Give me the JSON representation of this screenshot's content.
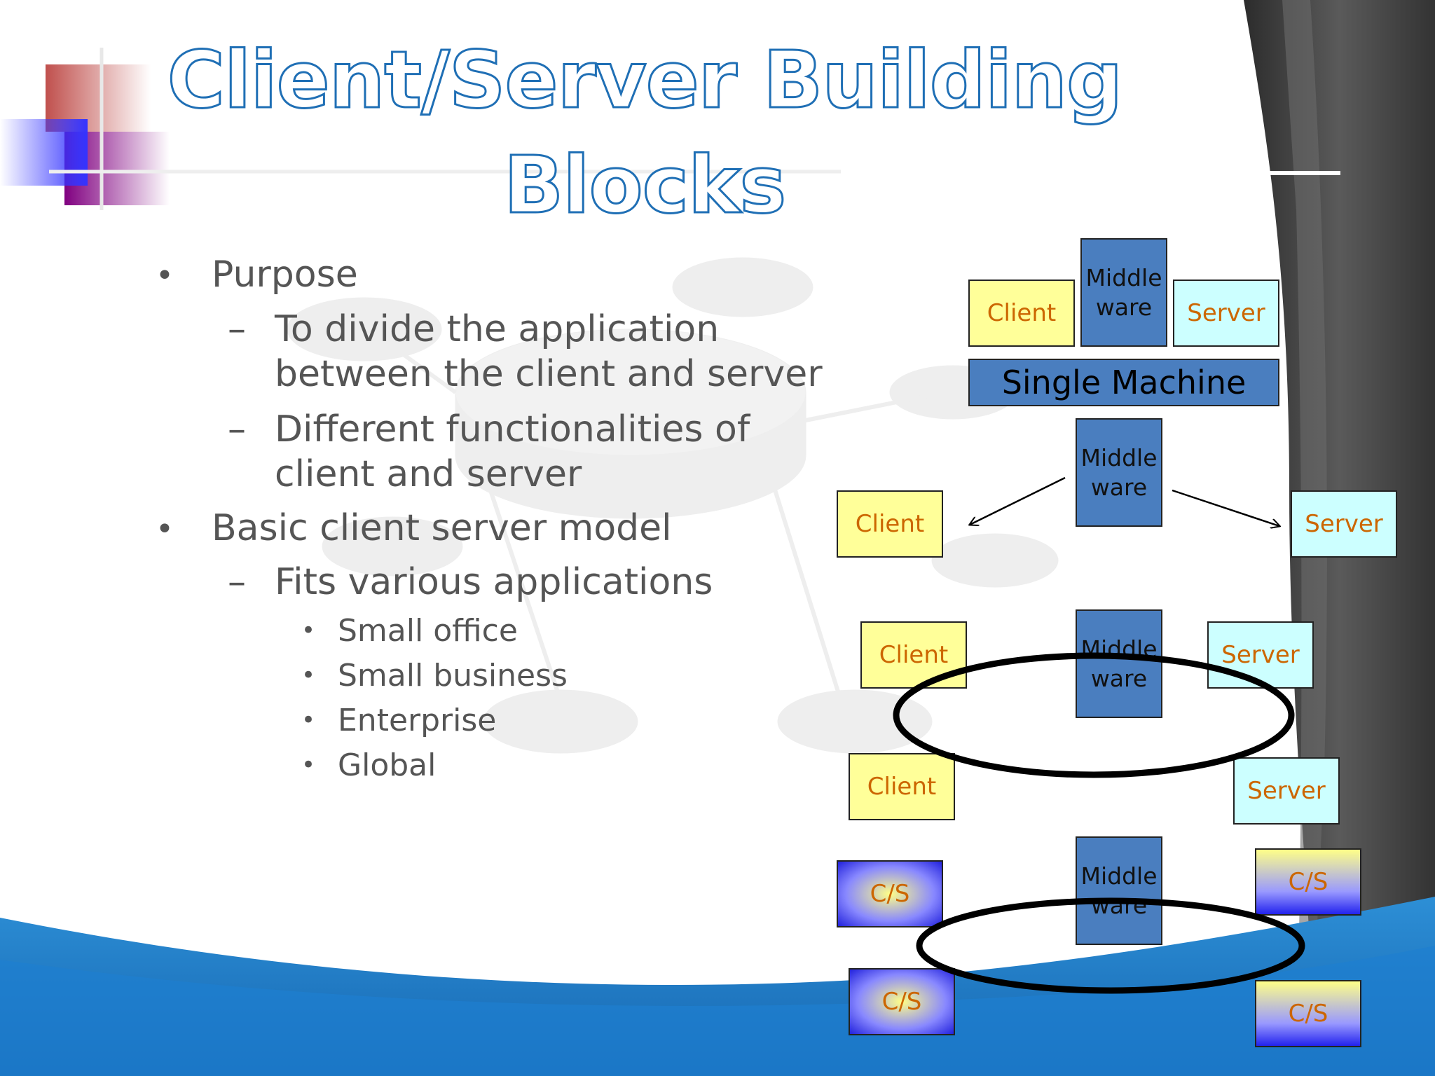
{
  "title": "Client/Server Building Blocks",
  "bullets": {
    "b1": "Purpose",
    "b1_sub1_line1": "To divide the application",
    "b1_sub1_line2": "between the client and server",
    "b1_sub2_line1": "Different functionalities of",
    "b1_sub2_line2": "client and server",
    "b2": "Basic client server model",
    "b2_sub1": "Fits various applications",
    "b2_items": [
      "Small office",
      "Small business",
      "Enterprise",
      "Global"
    ]
  },
  "diagram": {
    "client": "Client",
    "server": "Server",
    "middleware_line1": "Middle",
    "middleware_line2": "ware",
    "single_machine": "Single Machine",
    "cs": "C/S"
  },
  "colors": {
    "title_outline": "#1f6fb5",
    "client_fill": "#ffff99",
    "server_fill": "#ccffff",
    "middleware_fill": "#4a7ebf",
    "box_text": "#cc6600",
    "body_text": "#555555"
  }
}
